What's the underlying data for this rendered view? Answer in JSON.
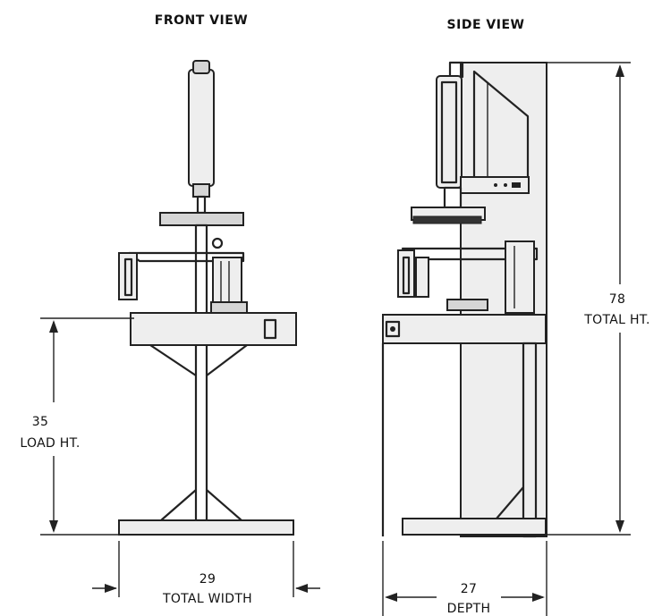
{
  "views": {
    "front": {
      "title": "FRONT VIEW"
    },
    "side": {
      "title": "SIDE VIEW"
    }
  },
  "dimensions": {
    "load_height": {
      "value": "35",
      "label": "LOAD HT."
    },
    "total_width": {
      "value": "29",
      "label": "TOTAL WIDTH"
    },
    "total_height": {
      "value": "78",
      "label": "TOTAL HT."
    },
    "depth": {
      "value": "27",
      "label": "DEPTH"
    }
  }
}
